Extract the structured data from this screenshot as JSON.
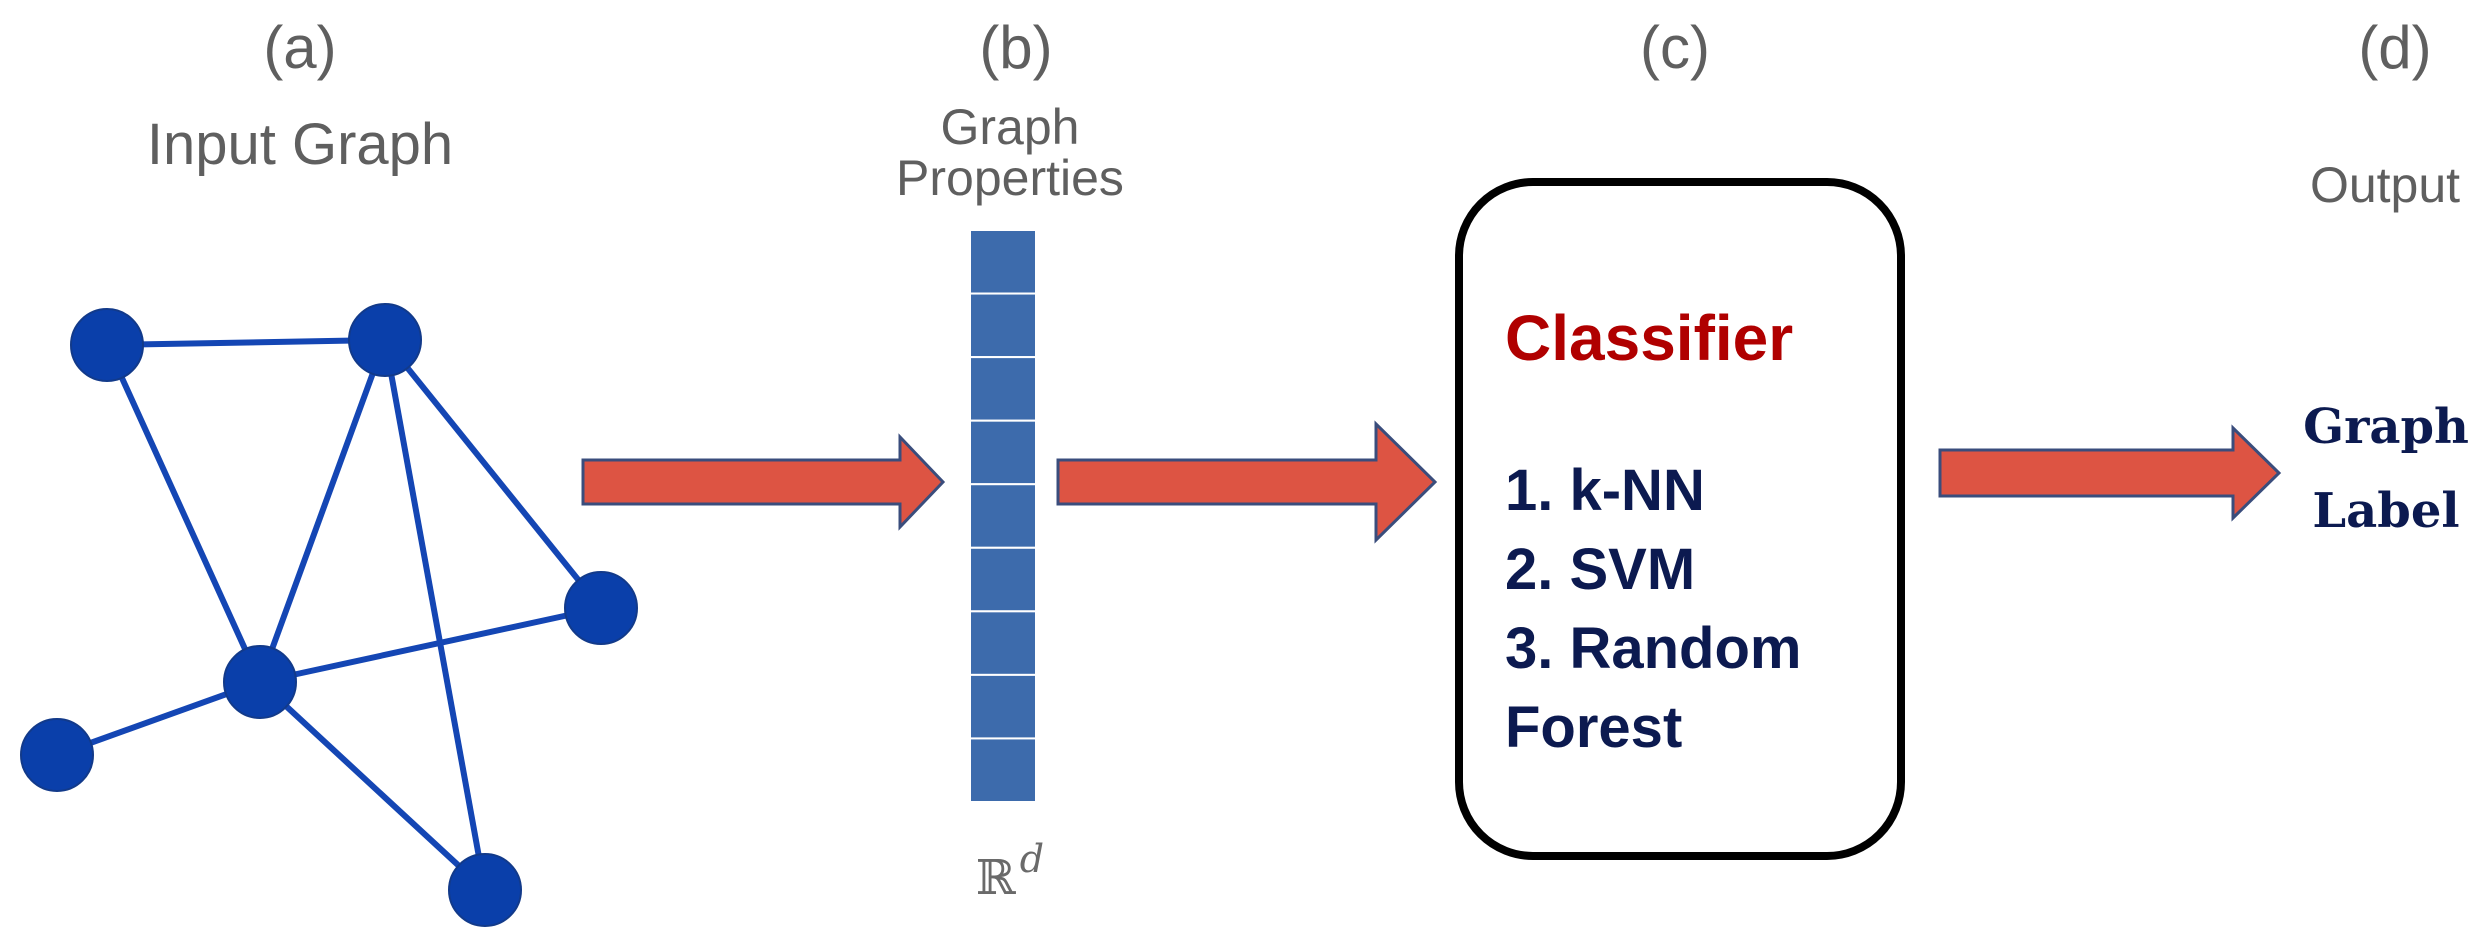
{
  "panels": {
    "a": {
      "letter": "(a)",
      "title": "Input Graph"
    },
    "b": {
      "letter": "(b)",
      "title_line1": "Graph",
      "title_line2": "Properties",
      "space_symbol": "ℝ",
      "space_exponent": "d"
    },
    "c": {
      "letter": "(c)",
      "box_title": "Classifier",
      "methods": [
        "1. k-NN",
        "2. SVM",
        "3. Random",
        "Forest"
      ]
    },
    "d": {
      "letter": "(d)",
      "title": "Output",
      "label_line1": "Graph",
      "label_line2": "Label"
    }
  },
  "graph": {
    "node_color": "#0a3faa",
    "edge_color": "#1446b4",
    "nodes": [
      "n1",
      "n2",
      "n3",
      "n4",
      "n5",
      "n6"
    ],
    "edges": [
      [
        "n1",
        "n2"
      ],
      [
        "n1",
        "n4"
      ],
      [
        "n2",
        "n4"
      ],
      [
        "n2",
        "n3"
      ],
      [
        "n2",
        "n6"
      ],
      [
        "n4",
        "n3"
      ],
      [
        "n4",
        "n5"
      ],
      [
        "n4",
        "n6"
      ]
    ]
  },
  "feature_vector": {
    "cells": 9,
    "fill_color": "#3d6bac"
  },
  "colors": {
    "arrow_fill": "#dd5443",
    "arrow_stroke": "#3a4d7c",
    "classifier_title": "#b00000",
    "method_text": "#0c1a50",
    "muted_text": "#5f5f5f"
  }
}
